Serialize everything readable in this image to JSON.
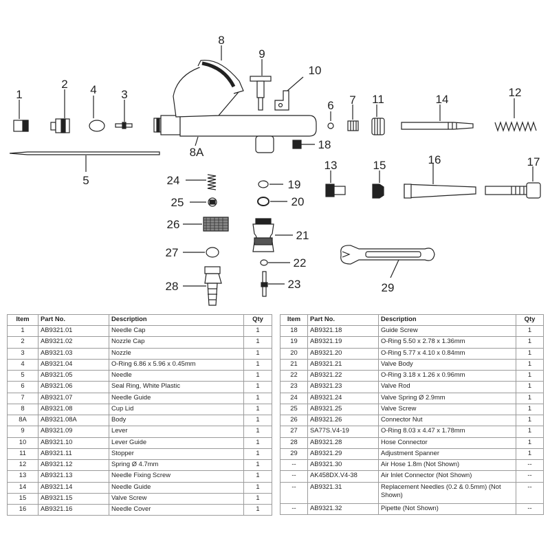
{
  "callouts": {
    "c1": "1",
    "c2": "2",
    "c3": "3",
    "c4": "4",
    "c5": "5",
    "c6": "6",
    "c7": "7",
    "c8": "8",
    "c8a": "8A",
    "c9": "9",
    "c10": "10",
    "c11": "11",
    "c12": "12",
    "c13": "13",
    "c14": "14",
    "c15": "15",
    "c16": "16",
    "c17": "17",
    "c18": "18",
    "c19": "19",
    "c20": "20",
    "c21": "21",
    "c22": "22",
    "c23": "23",
    "c24": "24",
    "c25": "25",
    "c26": "26",
    "c27": "27",
    "c28": "28",
    "c29": "29"
  },
  "table_headers": {
    "item": "Item",
    "part_no": "Part No.",
    "description": "Description",
    "qty": "Qty"
  },
  "parts_left": [
    {
      "item": "1",
      "part_no": "AB9321.01",
      "description": "Needle Cap",
      "qty": "1"
    },
    {
      "item": "2",
      "part_no": "AB9321.02",
      "description": "Nozzle Cap",
      "qty": "1"
    },
    {
      "item": "3",
      "part_no": "AB9321.03",
      "description": "Nozzle",
      "qty": "1"
    },
    {
      "item": "4",
      "part_no": "AB9321.04",
      "description": "O-Ring 6.86 x 5.96 x 0.45mm",
      "qty": "1"
    },
    {
      "item": "5",
      "part_no": "AB9321.05",
      "description": "Needle",
      "qty": "1"
    },
    {
      "item": "6",
      "part_no": "AB9321.06",
      "description": "Seal Ring, White Plastic",
      "qty": "1"
    },
    {
      "item": "7",
      "part_no": "AB9321.07",
      "description": "Needle Guide",
      "qty": "1"
    },
    {
      "item": "8",
      "part_no": "AB9321.08",
      "description": "Cup Lid",
      "qty": "1"
    },
    {
      "item": "8A",
      "part_no": "AB9321.08A",
      "description": "Body",
      "qty": "1"
    },
    {
      "item": "9",
      "part_no": "AB9321.09",
      "description": "Lever",
      "qty": "1"
    },
    {
      "item": "10",
      "part_no": "AB9321.10",
      "description": "Lever Guide",
      "qty": "1"
    },
    {
      "item": "11",
      "part_no": "AB9321.11",
      "description": "Stopper",
      "qty": "1"
    },
    {
      "item": "12",
      "part_no": "AB9321.12",
      "description": "Spring Ø 4.7mm",
      "qty": "1"
    },
    {
      "item": "13",
      "part_no": "AB9321.13",
      "description": "Needle Fixing Screw",
      "qty": "1"
    },
    {
      "item": "14",
      "part_no": "AB9321.14",
      "description": "Needle Guide",
      "qty": "1"
    },
    {
      "item": "15",
      "part_no": "AB9321.15",
      "description": "Valve Screw",
      "qty": "1"
    },
    {
      "item": "16",
      "part_no": "AB9321.16",
      "description": "Needle Cover",
      "qty": "1"
    }
  ],
  "parts_right": [
    {
      "item": "18",
      "part_no": "AB9321.18",
      "description": "Guide Screw",
      "qty": "1"
    },
    {
      "item": "19",
      "part_no": "AB9321.19",
      "description": "O-Ring 5.50 x 2.78 x 1.36mm",
      "qty": "1"
    },
    {
      "item": "20",
      "part_no": "AB9321.20",
      "description": "O-Ring 5.77 x 4.10 x 0.84mm",
      "qty": "1"
    },
    {
      "item": "21",
      "part_no": "AB9321.21",
      "description": "Valve Body",
      "qty": "1"
    },
    {
      "item": "22",
      "part_no": "AB9321.22",
      "description": "O-Ring 3.18 x 1.26 x 0.96mm",
      "qty": "1"
    },
    {
      "item": "23",
      "part_no": "AB9321.23",
      "description": "Valve Rod",
      "qty": "1"
    },
    {
      "item": "24",
      "part_no": "AB9321.24",
      "description": "Valve Spring Ø 2.9mm",
      "qty": "1"
    },
    {
      "item": "25",
      "part_no": "AB9321.25",
      "description": "Valve Screw",
      "qty": "1"
    },
    {
      "item": "26",
      "part_no": "AB9321.26",
      "description": "Connector Nut",
      "qty": "1"
    },
    {
      "item": "27",
      "part_no": "SA77S.V4-19",
      "description": "O-Ring 8.03 x 4.47 x 1.78mm",
      "qty": "1"
    },
    {
      "item": "28",
      "part_no": "AB9321.28",
      "description": "Hose Connector",
      "qty": "1"
    },
    {
      "item": "29",
      "part_no": "AB9321.29",
      "description": "Adjustment Spanner",
      "qty": "1"
    },
    {
      "item": "--",
      "part_no": "AB9321.30",
      "description": "Air Hose 1.8m (Not Shown)",
      "qty": "--"
    },
    {
      "item": "--",
      "part_no": "AK458DX.V4-38",
      "description": "Air Inlet Connector (Not Shown)",
      "qty": "--"
    },
    {
      "item": "--",
      "part_no": "AB9321.31",
      "description": "Replacement Needles (0.2 & 0.5mm) (Not Shown)",
      "qty": "--"
    },
    {
      "item": "--",
      "part_no": "AB9321.32",
      "description": "Pipette (Not Shown)",
      "qty": "--"
    }
  ]
}
